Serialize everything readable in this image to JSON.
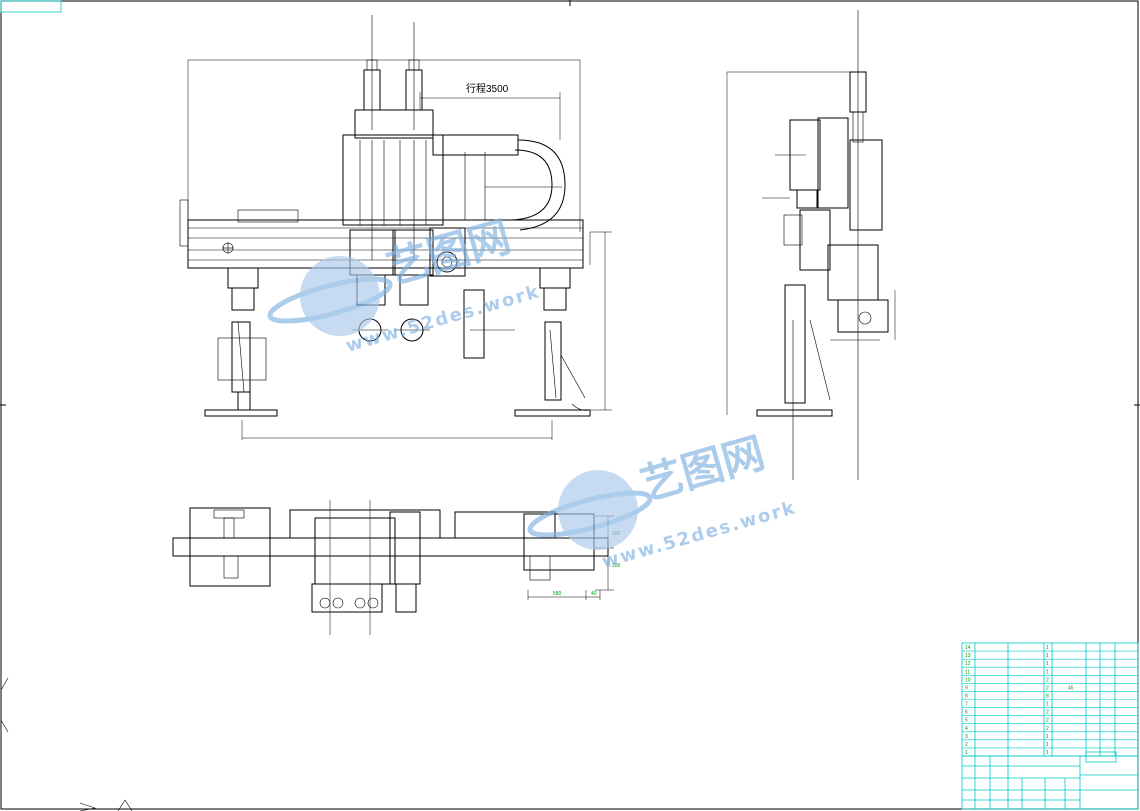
{
  "drawing": {
    "stroke_annotation": "行程3500",
    "dimensions": {
      "v1": "300",
      "v2": "200",
      "h1": "580",
      "h2": "40"
    }
  },
  "watermark": {
    "brand": "艺图网",
    "url": "www.52des.work",
    "color": "#7fb2e0"
  },
  "bom": {
    "rows": [
      {
        "no": "14",
        "qty": "1",
        "note": ""
      },
      {
        "no": "13",
        "qty": "1",
        "note": ""
      },
      {
        "no": "12",
        "qty": "1",
        "note": ""
      },
      {
        "no": "11",
        "qty": "1",
        "note": ""
      },
      {
        "no": "10",
        "qty": "2",
        "note": ""
      },
      {
        "no": "9",
        "qty": "2",
        "note": "45"
      },
      {
        "no": "8",
        "qty": "8",
        "note": ""
      },
      {
        "no": "7",
        "qty": "1",
        "note": ""
      },
      {
        "no": "6",
        "qty": "2",
        "note": ""
      },
      {
        "no": "5",
        "qty": "2",
        "note": ""
      },
      {
        "no": "4",
        "qty": "2",
        "note": ""
      },
      {
        "no": "3",
        "qty": "1",
        "note": ""
      },
      {
        "no": "2",
        "qty": "1",
        "note": ""
      },
      {
        "no": "1",
        "qty": "1",
        "note": ""
      }
    ],
    "line_color": "#00c8c8"
  }
}
